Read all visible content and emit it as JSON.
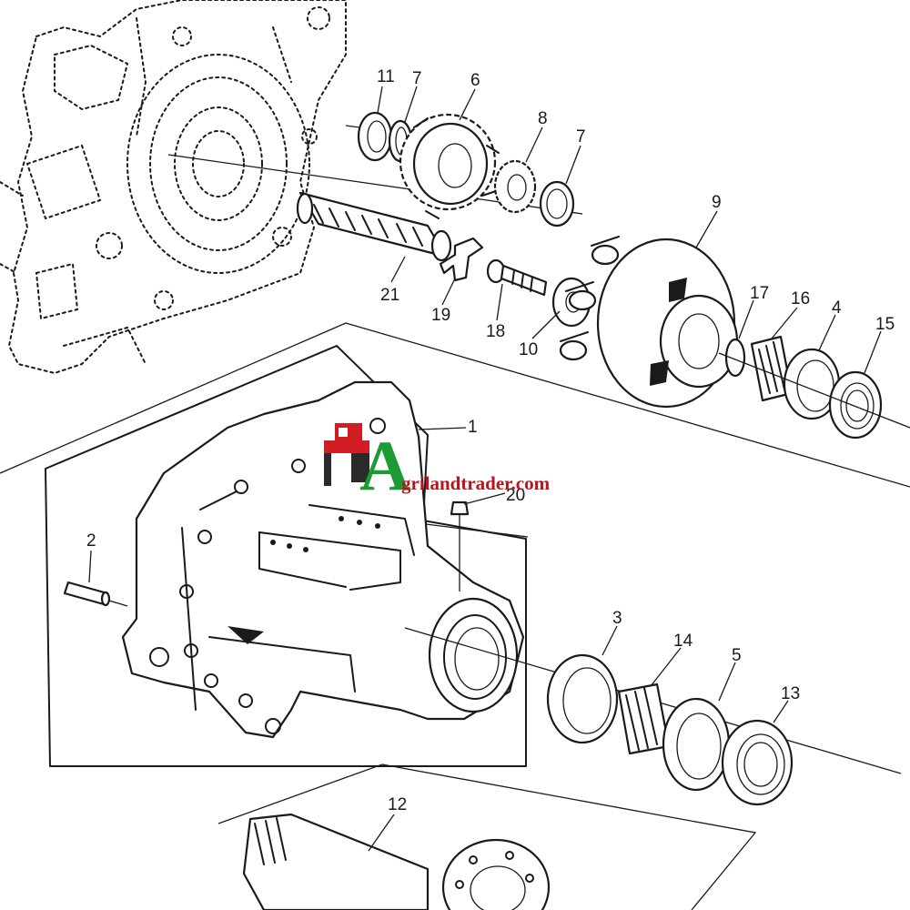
{
  "callouts": [
    {
      "id": "c11",
      "label": "11"
    },
    {
      "id": "c7a",
      "label": "7"
    },
    {
      "id": "c6",
      "label": "6"
    },
    {
      "id": "c8",
      "label": "8"
    },
    {
      "id": "c7b",
      "label": "7"
    },
    {
      "id": "c9",
      "label": "9"
    },
    {
      "id": "c21",
      "label": "21"
    },
    {
      "id": "c19",
      "label": "19"
    },
    {
      "id": "c18",
      "label": "18"
    },
    {
      "id": "c10",
      "label": "10"
    },
    {
      "id": "c17",
      "label": "17"
    },
    {
      "id": "c16",
      "label": "16"
    },
    {
      "id": "c4",
      "label": "4"
    },
    {
      "id": "c15",
      "label": "15"
    },
    {
      "id": "c1",
      "label": "1"
    },
    {
      "id": "c20",
      "label": "20"
    },
    {
      "id": "c2",
      "label": "2"
    },
    {
      "id": "c3",
      "label": "3"
    },
    {
      "id": "c14",
      "label": "14"
    },
    {
      "id": "c5",
      "label": "5"
    },
    {
      "id": "c13",
      "label": "13"
    },
    {
      "id": "c12",
      "label": "12"
    }
  ],
  "watermark": {
    "letter": "A",
    "text": "grilandtrader.com",
    "colors": {
      "letter": "#1e9a35",
      "text": "#b8141c",
      "tractor": "#d01e24"
    }
  },
  "colors": {
    "line": "#1a1a1a",
    "background": "#ffffff"
  }
}
